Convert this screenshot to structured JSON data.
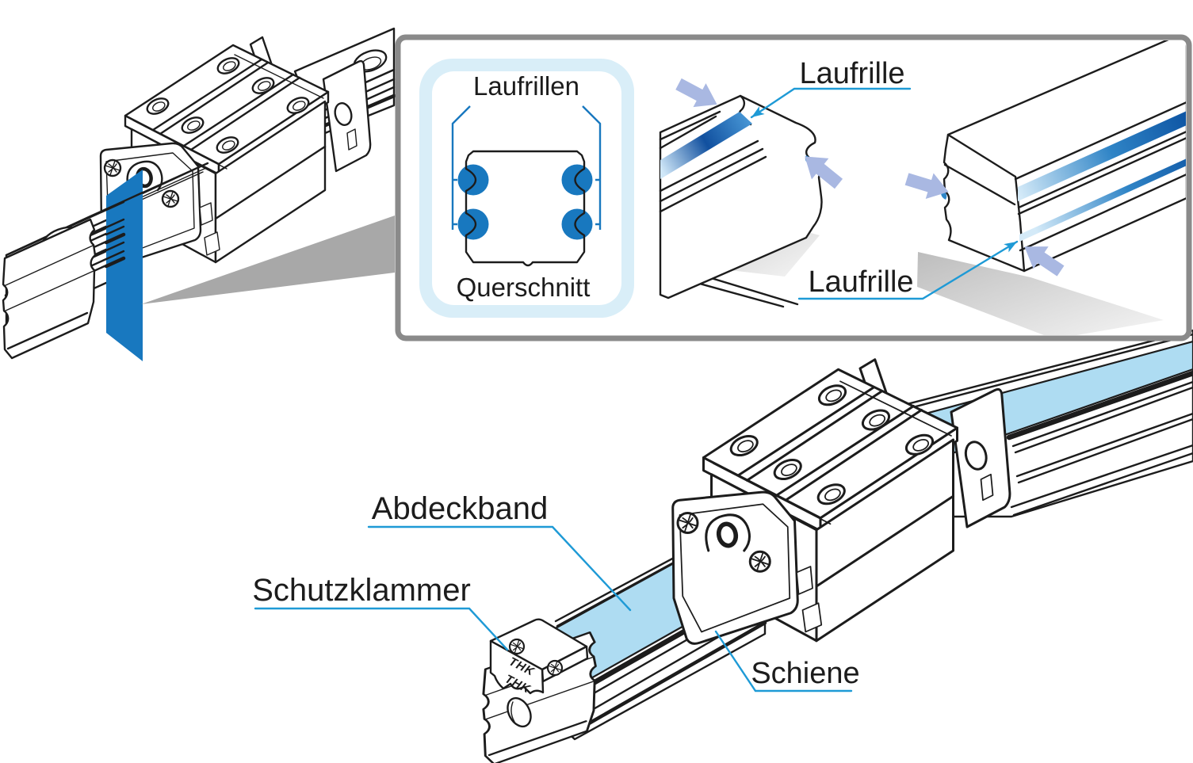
{
  "inset": {
    "cross_section_panel": {
      "top_label": "Laufrillen",
      "bottom_label": "Querschnitt",
      "ball_groove_count": 4
    },
    "rail_edge_view": {
      "label": "Laufrille"
    },
    "rail_side_view": {
      "label": "Laufrille"
    }
  },
  "assembly": {
    "cover_band_label": "Abdeckband",
    "clamp_label": "Schutzklammer",
    "rail_label": "Schiene",
    "brand_logo": "THK"
  },
  "colors": {
    "accent_blue": "#1878BF",
    "groove_dark_blue": "#11509F",
    "cover_band_blue": "#AEDCF2",
    "panel_light_blue": "#D9EEF8",
    "pointer_arrow_periwinkle": "#A9B8E2",
    "leader_line_blue": "#1E9AD6",
    "callout_wedge_gray": "#A8A8A8",
    "inset_border_gray": "#8A8A8A",
    "line_art": "#1C1C1C"
  }
}
